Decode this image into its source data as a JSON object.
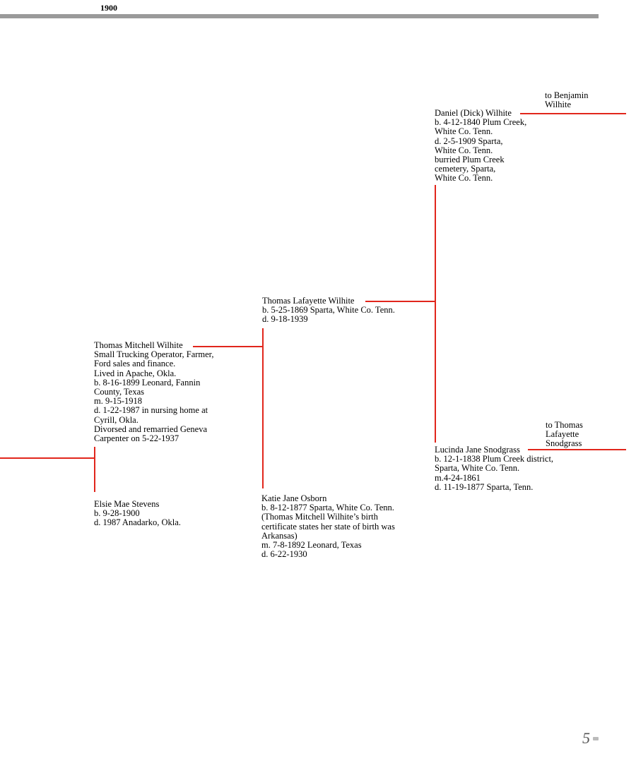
{
  "header": {
    "year": "1900"
  },
  "people": {
    "daniel": {
      "name": "Daniel (Dick) Wilhite",
      "details": [
        "b. 4-12-1840 Plum Creek,",
        "White Co. Tenn.",
        "d. 2-5-1909 Sparta,",
        "White Co. Tenn.",
        "burried Plum Creek",
        "cemetery, Sparta,",
        "White Co. Tenn."
      ]
    },
    "to_benjamin": {
      "lines": [
        "to Benjamin",
        "Wilhite"
      ]
    },
    "thomas_lafayette": {
      "name": "Thomas Lafayette Wilhite",
      "details": [
        "b. 5-25-1869 Sparta, White Co. Tenn.",
        "d. 9-18-1939"
      ]
    },
    "thomas_mitchell": {
      "name": "Thomas Mitchell Wilhite",
      "details": [
        "Small Trucking Operator, Farmer,",
        "Ford sales and finance.",
        "Lived in Apache, Okla.",
        "b. 8-16-1899 Leonard, Fannin",
        "County, Texas",
        "m. 9-15-1918",
        "d. 1-22-1987 in nursing home at",
        "Cyrill, Okla.",
        "Divorsed and remarried Geneva",
        "Carpenter on 5-22-1937"
      ]
    },
    "elsie": {
      "name": "Elsie Mae Stevens",
      "details": [
        "b. 9-28-1900",
        "d. 1987 Anadarko, Okla."
      ]
    },
    "katie": {
      "name": "Katie Jane Osborn",
      "details": [
        "b. 8-12-1877 Sparta, White Co. Tenn.",
        "(Thomas Mitchell Wilhite’s birth",
        "certificate states her state of birth was",
        "Arkansas)",
        "m. 7-8-1892 Leonard, Texas",
        "d. 6-22-1930"
      ]
    },
    "lucinda": {
      "name": "Lucinda Jane Snodgrass",
      "details": [
        "b. 12-1-1838 Plum Creek district,",
        "Sparta, White Co. Tenn.",
        "m.4-24-1861",
        "d. 11-19-1877 Sparta, Tenn."
      ]
    },
    "to_thomas": {
      "lines": [
        "to Thomas",
        "Lafayette",
        "Snodgrass"
      ]
    }
  },
  "footer": {
    "page_number": "5"
  },
  "colors": {
    "connector": "#e1261c",
    "rule": "#9a9a9a"
  }
}
